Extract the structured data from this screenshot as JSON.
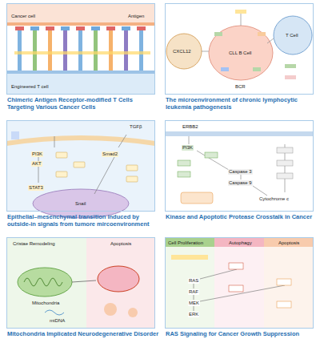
{
  "diagram": {
    "nodes": [
      {
        "text": [
          "Chimeric Antigen Receptor-modified T Cells Targeting Various Cancer Cells"
        ]
      },
      {
        "text": [
          "The microenvironment of chronic lymphocytic leukemia pathogenesis"
        ]
      },
      {
        "text": [
          "Epithelial–mesenchymal transition induced by outside-in signals from tumore mircoenvironment"
        ]
      },
      {
        "text": [
          "Kinase and Apoptotic Protease Crosstalk in Cancer"
        ]
      },
      {
        "text": [
          "Mitochondria Implicated Neurodegenerative Disorder"
        ]
      },
      {
        "text": [
          "RAS Signaling for Cancer Growth Suppression"
        ]
      }
    ],
    "labels": [
      "Cancer cell",
      "Antigen",
      "Engineered T cell",
      "T Cell",
      "CLL B Cell",
      "BCR",
      "CXCL12",
      "TGFβ",
      "PI3K",
      "AKT",
      "STAT3",
      "Smad2",
      "Snail",
      "ERBB2",
      "PI3K",
      "Caspase 3",
      "Caspase 9",
      "Cytochrome c",
      "Cristae Remodeling",
      "Apoptosis",
      "Mitochondria",
      "mtDNA",
      "Cell Proliferation",
      "Autophagy",
      "Apoptosis",
      "RAS",
      "RAF",
      "MEK",
      "ERK"
    ]
  }
}
